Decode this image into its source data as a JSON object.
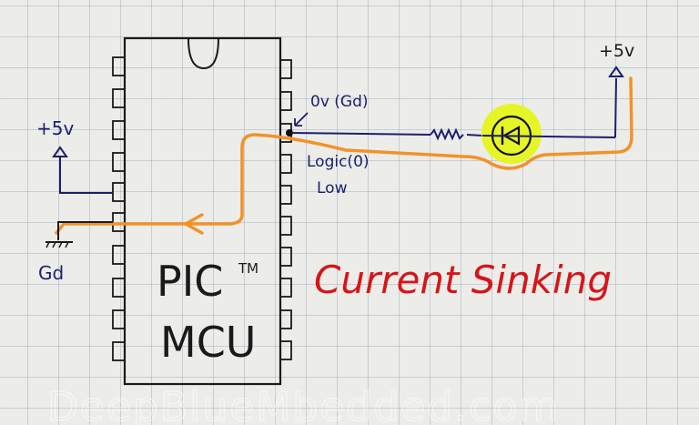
{
  "diagram": {
    "title": "Current Sinking",
    "chip": {
      "label_line1": "PIC",
      "trademark": "TM",
      "label_line2": "MCU",
      "pins_per_side": 10
    },
    "labels": {
      "vcc_left": "+5v",
      "gnd_left": "Gd",
      "pin_state_top": "0v (Gd)",
      "pin_state_logic": "Logic(0)",
      "pin_state_low": "Low",
      "vcc_right": "+5v"
    },
    "components": {
      "resistor": "resistor",
      "led": "led-diode"
    },
    "current_path_color": "#f2922a",
    "led_highlight_color": "#e6f51c",
    "wire_color": "#1c1f6b",
    "title_color": "#d4161a",
    "watermark": "DeepBlueMbedded.com"
  }
}
